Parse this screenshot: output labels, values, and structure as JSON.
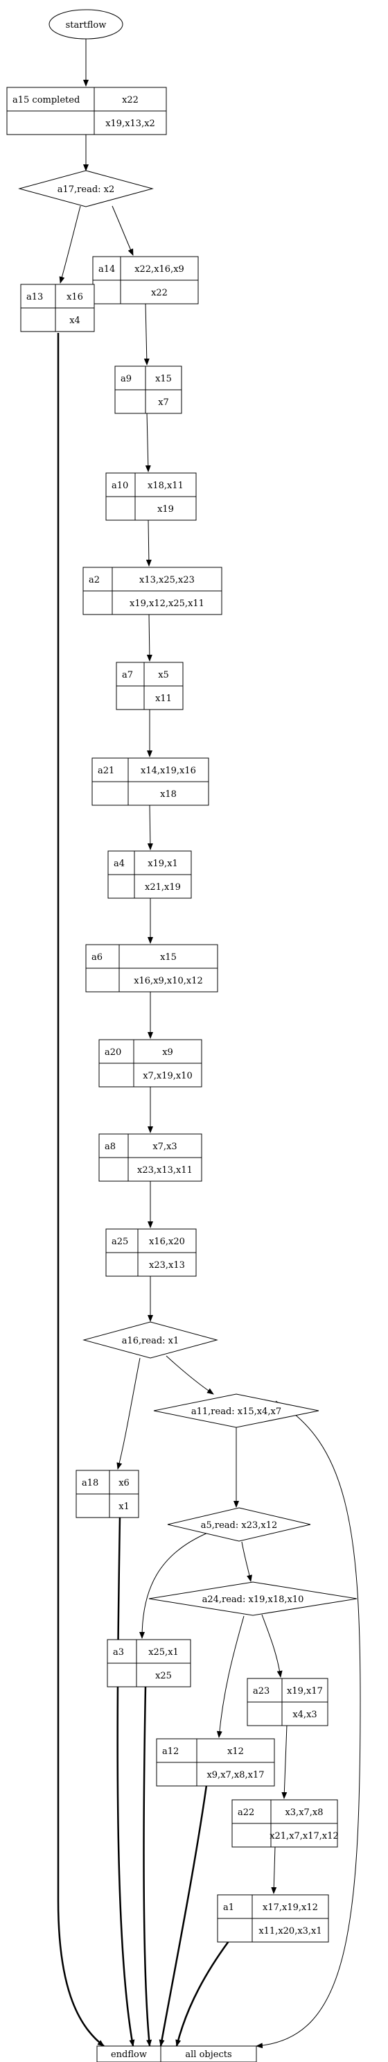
{
  "start": {
    "label": "startflow"
  },
  "tables": {
    "a15": {
      "id": "a15 completed",
      "top": "x22",
      "bottom": "x19,x13,x2"
    },
    "a14": {
      "id": "a14",
      "top": "x22,x16,x9",
      "bottom": "x22"
    },
    "a13": {
      "id": "a13",
      "top": "x16",
      "bottom": "x4"
    },
    "a9": {
      "id": "a9",
      "top": "x15",
      "bottom": "x7"
    },
    "a10": {
      "id": "a10",
      "top": "x18,x11",
      "bottom": "x19"
    },
    "a2": {
      "id": "a2",
      "top": "x13,x25,x23",
      "bottom": "x19,x12,x25,x11"
    },
    "a7": {
      "id": "a7",
      "top": "x5",
      "bottom": "x11"
    },
    "a21": {
      "id": "a21",
      "top": "x14,x19,x16",
      "bottom": "x18"
    },
    "a4": {
      "id": "a4",
      "top": "x19,x1",
      "bottom": "x21,x19"
    },
    "a6": {
      "id": "a6",
      "top": "x15",
      "bottom": "x16,x9,x10,x12"
    },
    "a20": {
      "id": "a20",
      "top": "x9",
      "bottom": "x7,x19,x10"
    },
    "a8": {
      "id": "a8",
      "top": "x7,x3",
      "bottom": "x23,x13,x11"
    },
    "a25": {
      "id": "a25",
      "top": "x16,x20",
      "bottom": "x23,x13"
    },
    "a18": {
      "id": "a18",
      "top": "x6",
      "bottom": "x1"
    },
    "a3": {
      "id": "a3",
      "top": "x25,x1",
      "bottom": "x25"
    },
    "a23": {
      "id": "a23",
      "top": "x19,x17",
      "bottom": "x4,x3"
    },
    "a12": {
      "id": "a12",
      "top": "x12",
      "bottom": "x9,x7,x8,x17"
    },
    "a22": {
      "id": "a22",
      "top": "x3,x7,x8",
      "bottom": "x21,x7,x17,x12"
    },
    "a1": {
      "id": "a1",
      "top": "x17,x19,x12",
      "bottom": "x11,x20,x3,x1"
    }
  },
  "diamonds": {
    "a17": {
      "label": "a17,read: x2"
    },
    "a16": {
      "label": "a16,read: x1"
    },
    "a11": {
      "label": "a11,read: x15,x4,x7"
    },
    "a5": {
      "label": "a5,read: x23,x12"
    },
    "a24": {
      "label": "a24,read: x19,x18,x10"
    }
  },
  "end": {
    "left": "endflow",
    "right": "all objects"
  }
}
